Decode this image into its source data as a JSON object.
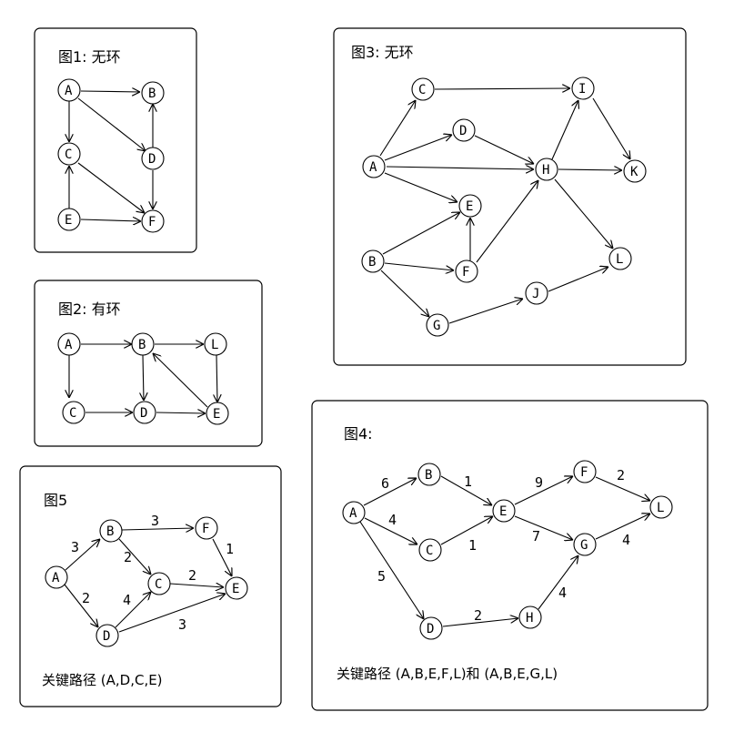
{
  "figures": {
    "fig1": {
      "title": "图1: 无环",
      "nodes": {
        "A": "A",
        "B": "B",
        "C": "C",
        "D": "D",
        "E": "E",
        "F": "F"
      }
    },
    "fig2": {
      "title": "图2: 有环",
      "nodes": {
        "A": "A",
        "B": "B",
        "L": "L",
        "C": "C",
        "D": "D",
        "E": "E"
      }
    },
    "fig3": {
      "title": "图3: 无环",
      "nodes": {
        "A": "A",
        "B": "B",
        "C": "C",
        "D": "D",
        "E": "E",
        "F": "F",
        "G": "G",
        "H": "H",
        "I": "I",
        "J": "J",
        "K": "K",
        "L": "L"
      }
    },
    "fig4": {
      "title": "图4:",
      "nodes": {
        "A": "A",
        "B": "B",
        "C": "C",
        "D": "D",
        "E": "E",
        "F": "F",
        "G": "G",
        "H": "H",
        "L": "L"
      },
      "weights": {
        "AB": "6",
        "AC": "4",
        "AD": "5",
        "BE": "1",
        "CE": "1",
        "DH": "2",
        "EF": "9",
        "EG": "7",
        "FL": "2",
        "GL": "4",
        "HG": "4"
      },
      "footer": "关键路径 (A,B,E,F,L)和 (A,B,E,G,L)"
    },
    "fig5": {
      "title": "图5",
      "nodes": {
        "A": "A",
        "B": "B",
        "C": "C",
        "D": "D",
        "E": "E",
        "F": "F"
      },
      "weights": {
        "AB": "3",
        "AD": "2",
        "BF": "3",
        "BC": "2",
        "DC": "4",
        "CE": "2",
        "FE": "1",
        "DE": "3"
      },
      "footer": "关键路径 (A,D,C,E)"
    }
  }
}
